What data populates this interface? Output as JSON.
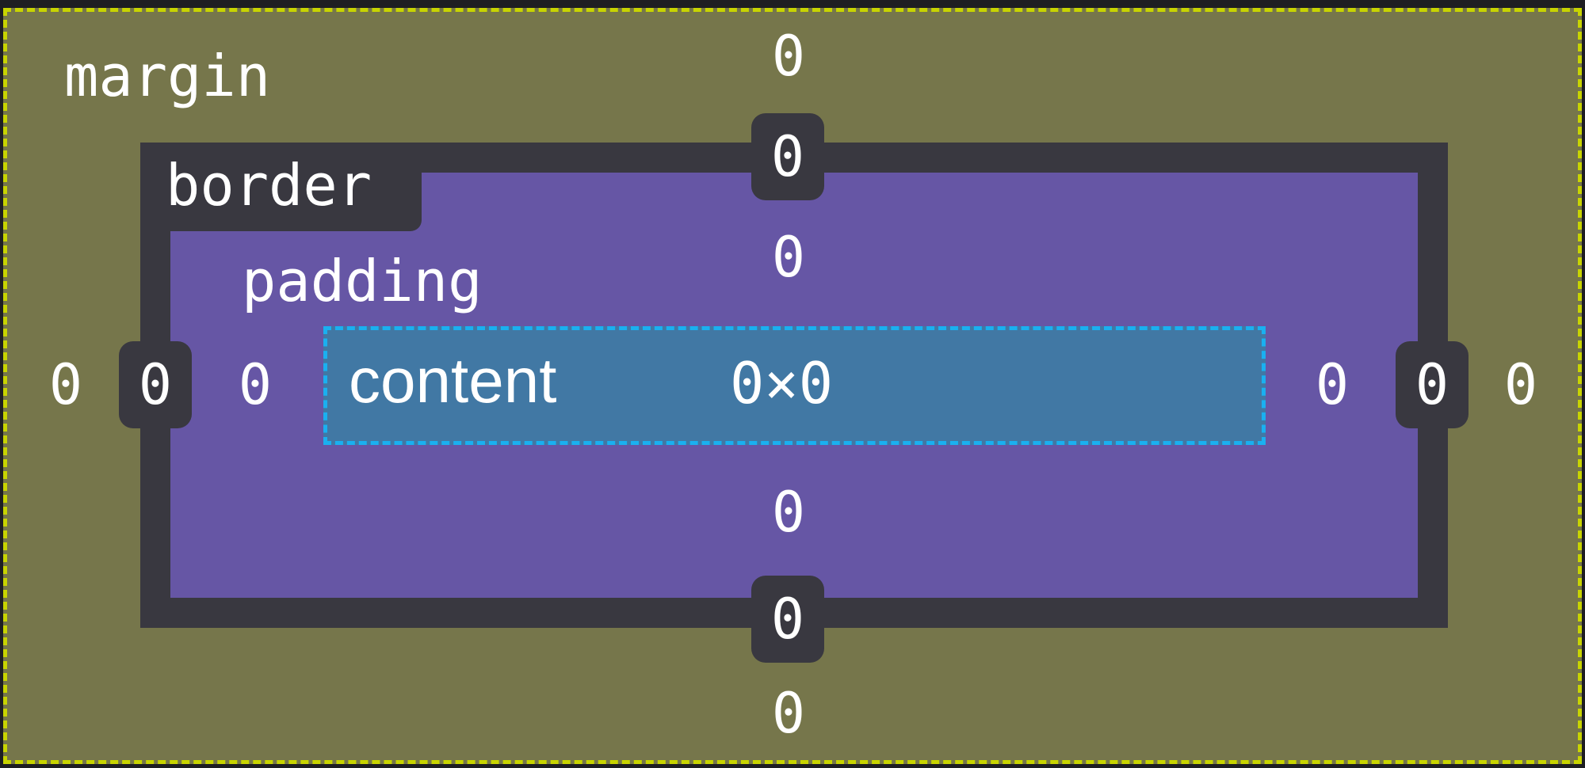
{
  "box_model": {
    "margin": {
      "label": "margin",
      "top": "0",
      "right": "0",
      "bottom": "0",
      "left": "0"
    },
    "border": {
      "label": "border",
      "top": "0",
      "right": "0",
      "bottom": "0",
      "left": "0"
    },
    "padding": {
      "label": "padding",
      "top": "0",
      "right": "0",
      "bottom": "0",
      "left": "0"
    },
    "content": {
      "label": "content",
      "size": "0×0"
    }
  },
  "colors": {
    "margin": "#76764b",
    "margin_outline": "#c8d400",
    "border": "#393840",
    "padding": "#6656a5",
    "content": "#4178a4",
    "content_outline": "#1ab0f0",
    "text": "#ffffff"
  }
}
